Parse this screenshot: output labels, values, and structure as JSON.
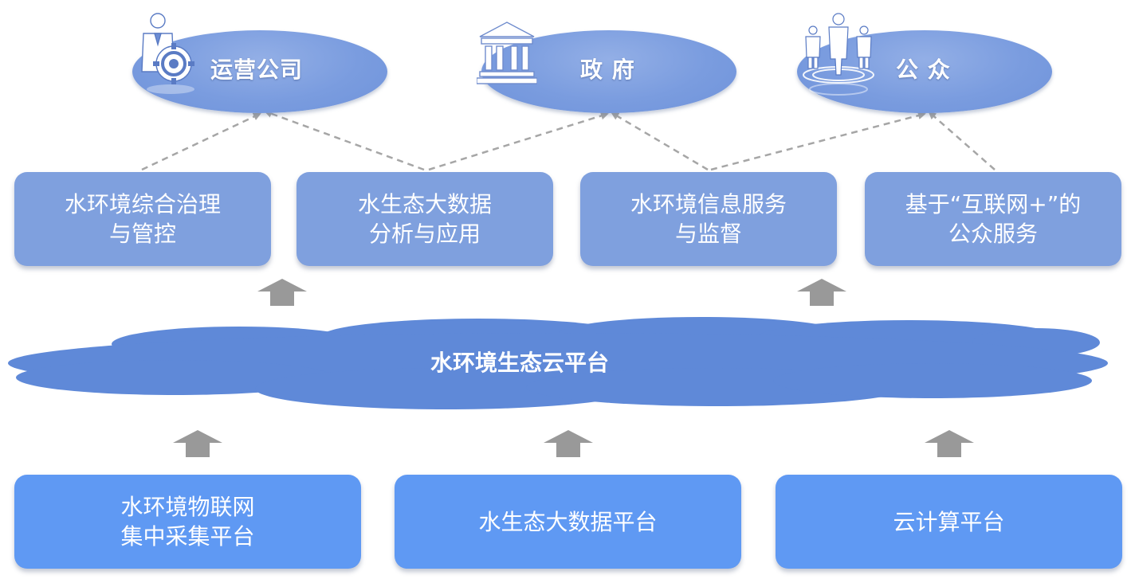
{
  "stakeholders": [
    {
      "label": "运营公司",
      "icon": "business-person-gear-icon"
    },
    {
      "label": "政 府",
      "icon": "government-building-icon"
    },
    {
      "label": "公 众",
      "icon": "people-group-icon"
    }
  ],
  "applications": [
    {
      "line1": "水环境综合治理",
      "line2": "与管控"
    },
    {
      "line1": "水生态大数据",
      "line2": "分析与应用"
    },
    {
      "line1": "水环境信息服务",
      "line2": "与监督"
    },
    {
      "line1": "基于“互联网+”的",
      "line2": "公众服务"
    }
  ],
  "cloud": {
    "label": "水环境生态云平台"
  },
  "foundations": [
    {
      "line1": "水环境物联网",
      "line2": "集中采集平台"
    },
    {
      "line1": "水生态大数据平台",
      "line2": ""
    },
    {
      "line1": "云计算平台",
      "line2": ""
    }
  ],
  "colors": {
    "ellipse": "#7a9cdf",
    "app_box": "#7fa0de",
    "cloud": "#5f89d8",
    "base_box": "#5f99f3",
    "arrow": "#999999",
    "dashed_link": "#a6a6a6"
  }
}
